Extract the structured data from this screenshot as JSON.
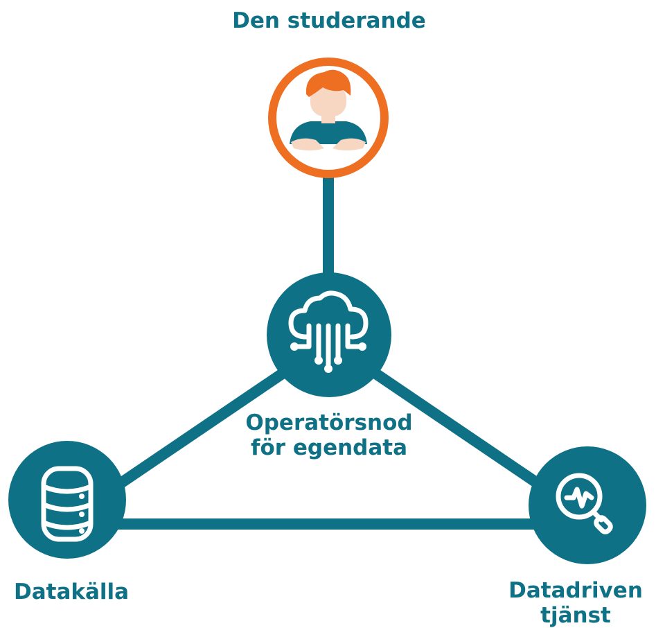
{
  "colors": {
    "teal": "#0e7186",
    "orange": "#ee6e22",
    "skin": "#f7d6c2",
    "white": "#ffffff"
  },
  "nodes": {
    "student": {
      "label": "Den studerande",
      "icon": "person-icon"
    },
    "operator": {
      "label_lines": [
        "Operatörsnod",
        "för egendata"
      ],
      "icon": "cloud-network-icon"
    },
    "source": {
      "label": "Datakälla",
      "icon": "database-icon"
    },
    "service": {
      "label_lines": [
        "Datadriven",
        "tjänst"
      ],
      "icon": "analytics-search-icon"
    }
  },
  "edges": [
    {
      "from": "student",
      "to": "operator"
    },
    {
      "from": "operator",
      "to": "source"
    },
    {
      "from": "operator",
      "to": "service"
    },
    {
      "from": "source",
      "to": "service"
    }
  ]
}
